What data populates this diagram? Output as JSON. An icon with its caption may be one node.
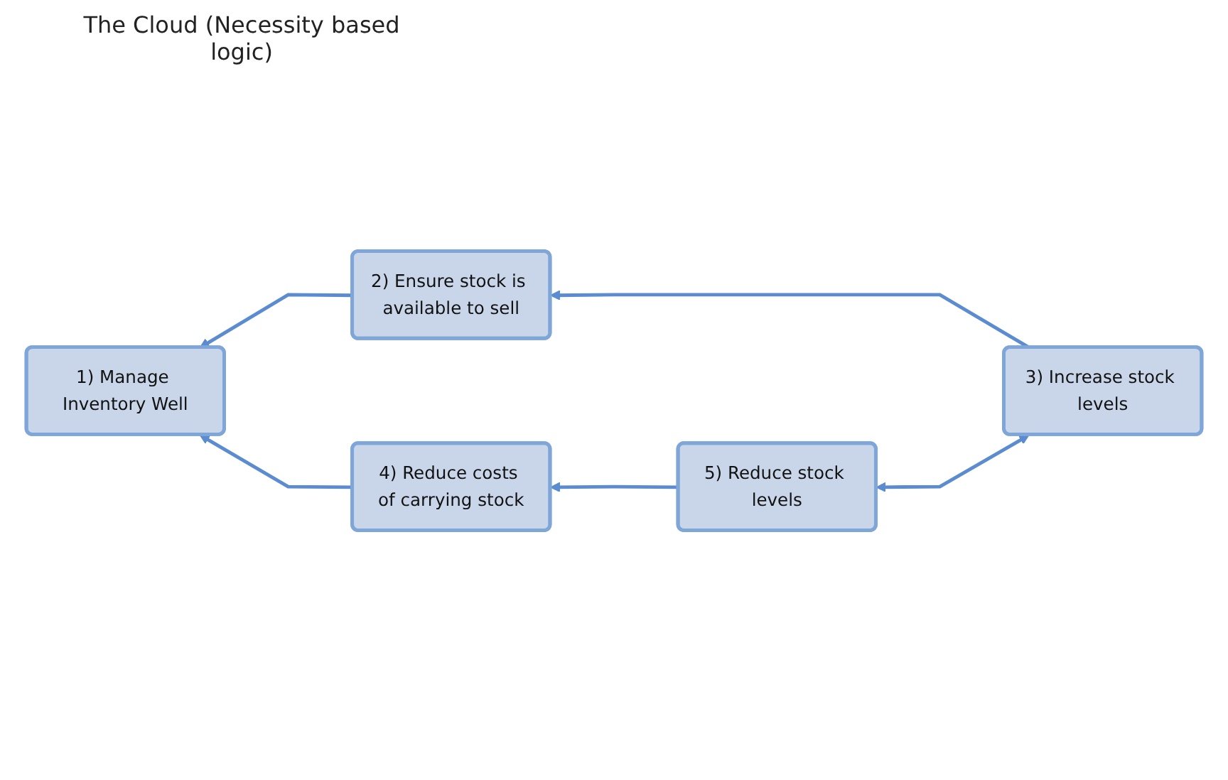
{
  "diagram": {
    "title": "The Cloud (Necessity based logic)",
    "nodes": [
      {
        "text": [
          "1) Manage Inventory Well"
        ]
      },
      {
        "text": [
          "2) Ensure stock is available to sell"
        ]
      },
      {
        "text": [
          "3) Increase stock levels"
        ]
      },
      {
        "text": [
          "4) Reduce costs of carrying stock"
        ]
      },
      {
        "text": [
          "5) Reduce stock levels"
        ]
      }
    ],
    "edges": [
      {
        "from": 1,
        "to": 0,
        "arrow": "to"
      },
      {
        "from": 2,
        "to": 1,
        "arrow": "to"
      },
      {
        "from": 3,
        "to": 0,
        "arrow": "to"
      },
      {
        "from": 4,
        "to": 3,
        "arrow": "to"
      },
      {
        "from": 2,
        "to": 4,
        "arrow": "both"
      }
    ]
  }
}
